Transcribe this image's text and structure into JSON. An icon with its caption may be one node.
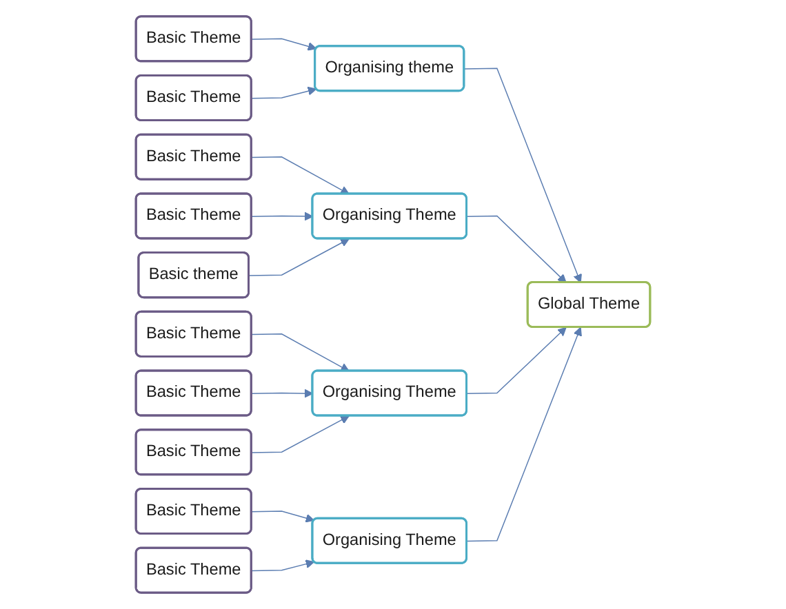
{
  "diagram": {
    "nodes": [
      {
        "text": [
          "Basic Theme"
        ]
      },
      {
        "text": [
          "Basic Theme"
        ]
      },
      {
        "text": [
          "Basic Theme"
        ]
      },
      {
        "text": [
          "Basic Theme"
        ]
      },
      {
        "text": [
          "Organising theme"
        ]
      },
      {
        "text": [
          "Organising Theme"
        ]
      },
      {
        "text": [
          "Basic theme"
        ]
      },
      {
        "text": [
          "Global Theme"
        ]
      },
      {
        "text": [
          "Basic Theme"
        ]
      },
      {
        "text": [
          "Organising Theme"
        ]
      },
      {
        "text": [
          "Organising Theme"
        ]
      },
      {
        "text": [
          "Basic Theme"
        ]
      },
      {
        "text": [
          "Basic Theme"
        ]
      },
      {
        "text": [
          "Basic Theme"
        ]
      },
      {
        "text": [
          "Basic Theme"
        ]
      }
    ],
    "edges": [
      {
        "from": 0,
        "to": 4,
        "arrow": "to"
      },
      {
        "from": 3,
        "to": 4,
        "arrow": "to"
      },
      {
        "from": 1,
        "to": 5,
        "arrow": "to"
      },
      {
        "from": 2,
        "to": 5,
        "arrow": "to"
      },
      {
        "from": 6,
        "to": 5,
        "arrow": "to"
      },
      {
        "from": 4,
        "to": 7,
        "arrow": "to"
      },
      {
        "from": 5,
        "to": 7,
        "arrow": "to"
      },
      {
        "from": 9,
        "to": 7,
        "arrow": "to"
      },
      {
        "from": 10,
        "to": 7,
        "arrow": "to"
      },
      {
        "from": 8,
        "to": 9,
        "arrow": "to"
      },
      {
        "from": 12,
        "to": 9,
        "arrow": "to"
      },
      {
        "from": 13,
        "to": 9,
        "arrow": "to"
      },
      {
        "from": 11,
        "to": 10,
        "arrow": "to"
      },
      {
        "from": 14,
        "to": 10,
        "arrow": "to"
      }
    ]
  }
}
